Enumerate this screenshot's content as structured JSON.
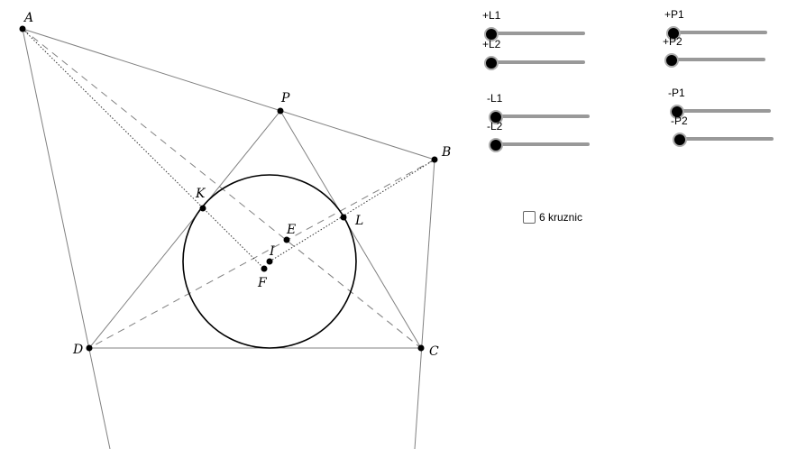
{
  "points": {
    "A": {
      "label": "A"
    },
    "B": {
      "label": "B"
    },
    "C": {
      "label": "C"
    },
    "D": {
      "label": "D"
    },
    "P": {
      "label": "P"
    },
    "K": {
      "label": "K"
    },
    "L": {
      "label": "L"
    },
    "E": {
      "label": "E"
    },
    "I": {
      "label": "I"
    },
    "F": {
      "label": "F"
    }
  },
  "sliders": [
    {
      "id": "plus-l1",
      "label": "+L1",
      "value": 0
    },
    {
      "id": "plus-l2",
      "label": "+L2",
      "value": 0
    },
    {
      "id": "minus-l1",
      "label": "-L1",
      "value": 0
    },
    {
      "id": "minus-l2",
      "label": "-L2",
      "value": 0
    },
    {
      "id": "plus-p1",
      "label": "+P1",
      "value": 0
    },
    {
      "id": "plus-p2",
      "label": "+P2",
      "value": 0
    },
    {
      "id": "minus-p1",
      "label": "-P1",
      "value": 0
    },
    {
      "id": "minus-p2",
      "label": "-P2",
      "value": 0
    }
  ],
  "checkbox": {
    "label": "6 kruznic",
    "checked": false
  },
  "colors": {
    "thin_line": "#808080",
    "circle": "#000000",
    "point": "#000000",
    "slider_track": "#999999"
  }
}
